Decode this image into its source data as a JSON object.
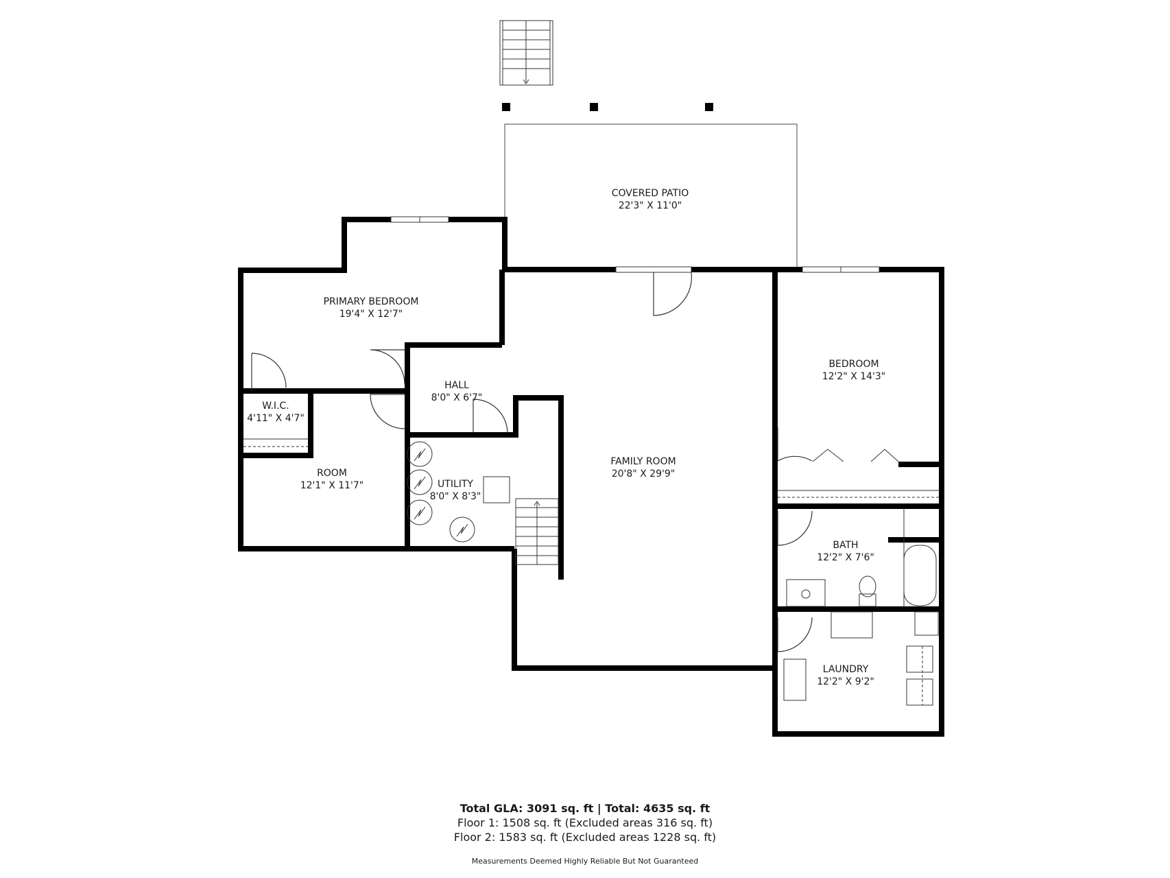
{
  "rooms": {
    "covered_patio": {
      "name": "COVERED PATIO",
      "dims": "22'3\" X 11'0\""
    },
    "primary_bedroom": {
      "name": "PRIMARY BEDROOM",
      "dims": "19'4\" X 12'7\""
    },
    "hall": {
      "name": "HALL",
      "dims": "8'0\" X 6'7\""
    },
    "wic": {
      "name": "W.I.C.",
      "dims": "4'11\" X 4'7\""
    },
    "room": {
      "name": "ROOM",
      "dims": "12'1\" X 11'7\""
    },
    "utility": {
      "name": "UTILITY",
      "dims": "8'0\" X 8'3\""
    },
    "family_room": {
      "name": "FAMILY ROOM",
      "dims": "20'8\" X 29'9\""
    },
    "bedroom": {
      "name": "BEDROOM",
      "dims": "12'2\" X 14'3\""
    },
    "bath": {
      "name": "BATH",
      "dims": "12'2\" X 7'6\""
    },
    "laundry": {
      "name": "LAUNDRY",
      "dims": "12'2\" X 9'2\""
    }
  },
  "totals": {
    "headline": "Total GLA: 3091 sq. ft | Total: 4635 sq. ft",
    "floor1": "Floor 1: 1508 sq. ft (Excluded areas 316 sq. ft)",
    "floor2": "Floor 2: 1583 sq. ft (Excluded areas 1228 sq. ft)",
    "disclaimer": "Measurements Deemed Highly Reliable But Not Guaranteed"
  },
  "colors": {
    "wall": "#000000",
    "line": "#333333",
    "text": "#1a1a1a",
    "background": "#ffffff"
  }
}
